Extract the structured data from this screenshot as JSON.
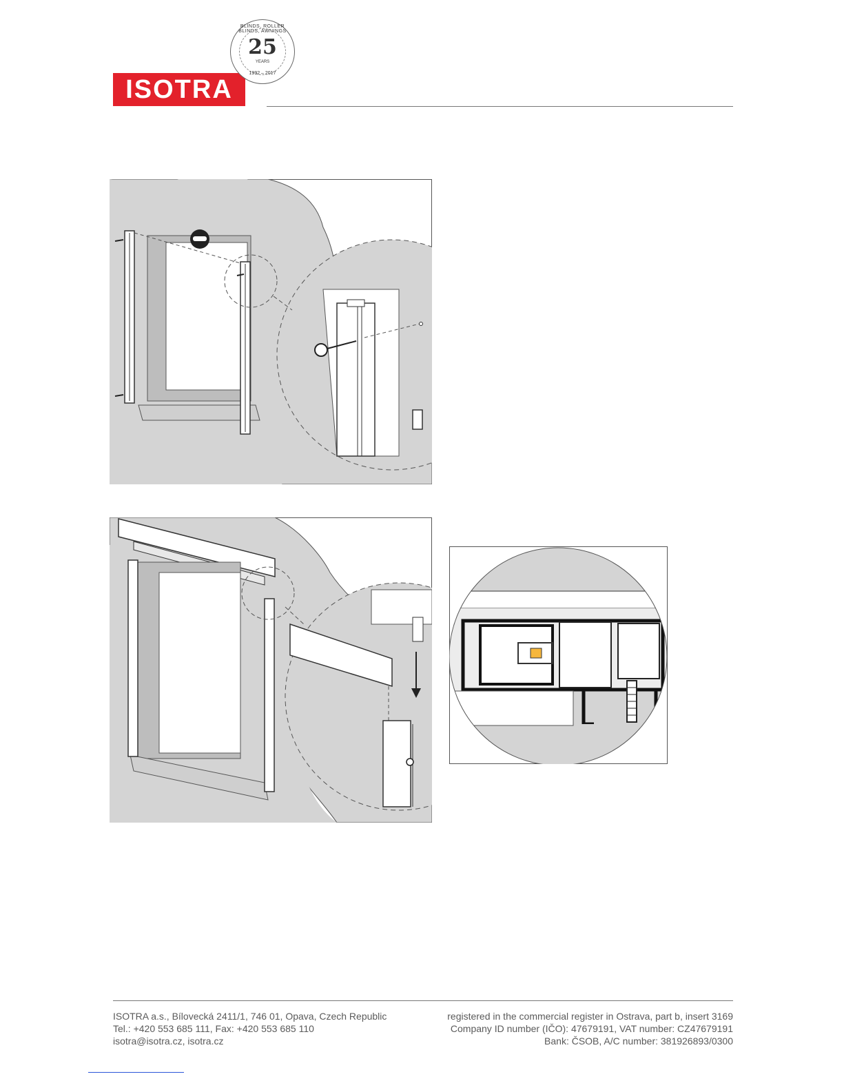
{
  "header": {
    "logo_text": "ISOTRA",
    "seal": {
      "number": "25",
      "top_text": "BLINDS, ROLLER BLINDS, AWNINGS",
      "years_text": "YEARS",
      "bottom_text": "1992 – 2017"
    }
  },
  "figures": [
    {
      "name": "guide-rail-mounting"
    },
    {
      "name": "box-mounting"
    },
    {
      "name": "box-cross-section"
    }
  ],
  "footer": {
    "left": [
      "ISOTRA a.s., Bílovecká 2411/1, 746 01, Opava, Czech Republic",
      "Tel.: +420 553 685 111, Fax: +420 553 685 110",
      "isotra@isotra.cz, isotra.cz"
    ],
    "right": [
      "registered in the commercial register in Ostrava, part b, insert 3169",
      "Company ID number (IČO): 47679191, VAT number: CZ47679191",
      "Bank: ČSOB, A/C number: 381926893/0300"
    ]
  },
  "colors": {
    "brand_red": "#e3212b",
    "wall_gray": "#d4d4d4",
    "highlight_orange": "#f6b73c"
  }
}
